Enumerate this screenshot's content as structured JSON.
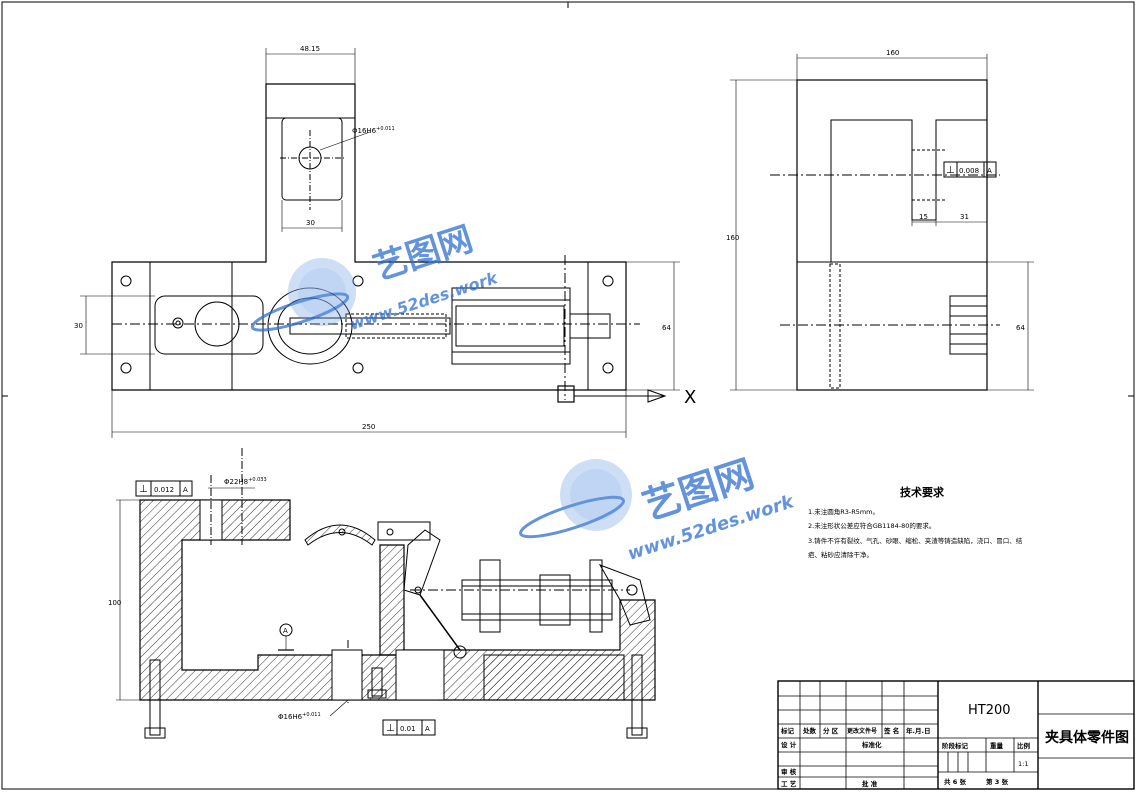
{
  "dimensions": {
    "top_width": "48.15",
    "bore_callout": "Φ16H6",
    "bore_tol": "+0.011",
    "slot_width": "30",
    "left_height": "30",
    "right_height": "64",
    "overall_length": "250",
    "side_width": "160",
    "side_height": "160",
    "side_offset_a": "15",
    "side_offset_b": "31",
    "side_right_height": "64",
    "sec_bore_top": "Φ22H8",
    "sec_bore_top_tol": "+0.033",
    "sec_height": "100",
    "sec_bore_bottom": "Φ16H6",
    "sec_bore_bottom_tol": "+0.011"
  },
  "tolerances": {
    "side_perp": {
      "symbol": "⊥",
      "value": "0.008",
      "datum": "A"
    },
    "top_perp": {
      "symbol": "⊥",
      "value": "0.012",
      "datum": "A"
    },
    "bottom_perp": {
      "symbol": "⊥",
      "value": "0.01",
      "datum": "A"
    },
    "datum_label": "A"
  },
  "axis_label": "X",
  "watermark": {
    "brand": "艺图网",
    "url": "www.52des.work"
  },
  "tech_requirements": {
    "title": "技术要求",
    "line1": "1.未注圆角R3-R5mm。",
    "line2": "2.未注形状公差应符合GB1184-80的要求。",
    "line3": "3.铸件不许有裂纹、气孔、砂眼、缩松、夹渣等铸造缺陷，浇口、冒口、结",
    "line4": "疤、粘砂应清除干净。"
  },
  "title_block": {
    "material": "HT200",
    "part_name": "夹具体零件图",
    "h_mark": "标记",
    "h_qty": "处数",
    "h_zone": "分 区",
    "h_docno": "更改文件号",
    "h_sign": "签 名",
    "h_date": "年.月.日",
    "r_design": "设 计",
    "r_standard": "标准化",
    "r_stage": "阶段标记",
    "r_weight": "重量",
    "r_scale": "比例",
    "scale_value": "1:1",
    "r_review": "审 核",
    "r_process": "工 艺",
    "r_approve": "批 准",
    "sheets": "共 6 张",
    "sheet_no": "第 3 张"
  }
}
